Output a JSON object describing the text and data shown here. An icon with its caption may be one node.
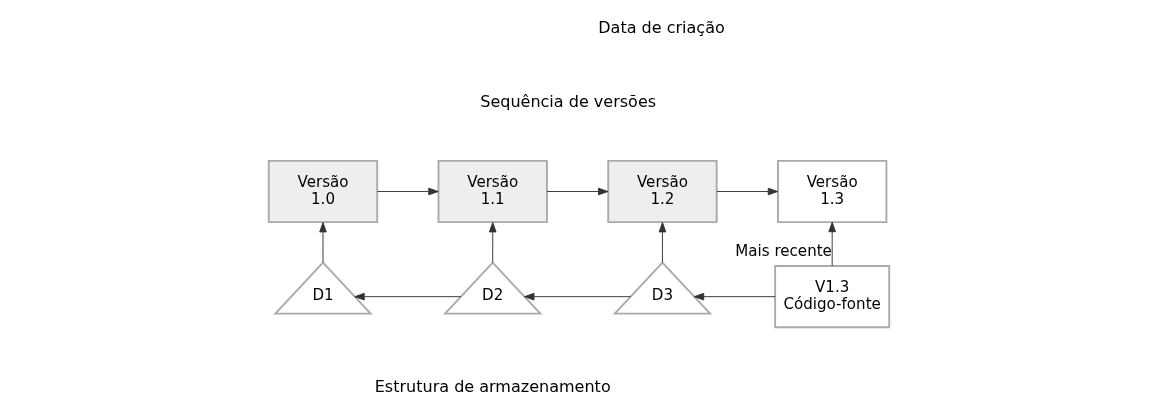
{
  "diagram": {
    "nodes": [
      {
        "text": [
          "Versão 1.0"
        ]
      },
      {
        "text": [
          "Versão 1.1"
        ]
      },
      {
        "text": [
          "Versão 1.2"
        ]
      },
      {
        "text": [
          "Versão 1.3"
        ]
      },
      {
        "text": [
          "D1"
        ]
      },
      {
        "text": [
          "D2"
        ]
      },
      {
        "text": [
          "D3"
        ]
      },
      {
        "text": [
          "V1.3 Código-fonte"
        ]
      }
    ],
    "edges": [
      {
        "from": 0,
        "to": 1,
        "arrow": "to"
      },
      {
        "from": 1,
        "to": 2,
        "arrow": "to"
      },
      {
        "from": 2,
        "to": 3,
        "arrow": "to"
      },
      {
        "from": 4,
        "to": 0,
        "arrow": "to"
      },
      {
        "from": 5,
        "to": 1,
        "arrow": "to"
      },
      {
        "from": 6,
        "to": 2,
        "arrow": "to"
      },
      {
        "from": 7,
        "to": 3,
        "arrow": "to",
        "label": "Mais recente"
      },
      {
        "from": 7,
        "to": 6,
        "arrow": "to"
      },
      {
        "from": 6,
        "to": 5,
        "arrow": "to"
      },
      {
        "from": 5,
        "to": 4,
        "arrow": "to"
      }
    ],
    "labels": [
      "Data de criação",
      "Sequência de versões",
      "Estrutura de armazenamento"
    ]
  }
}
